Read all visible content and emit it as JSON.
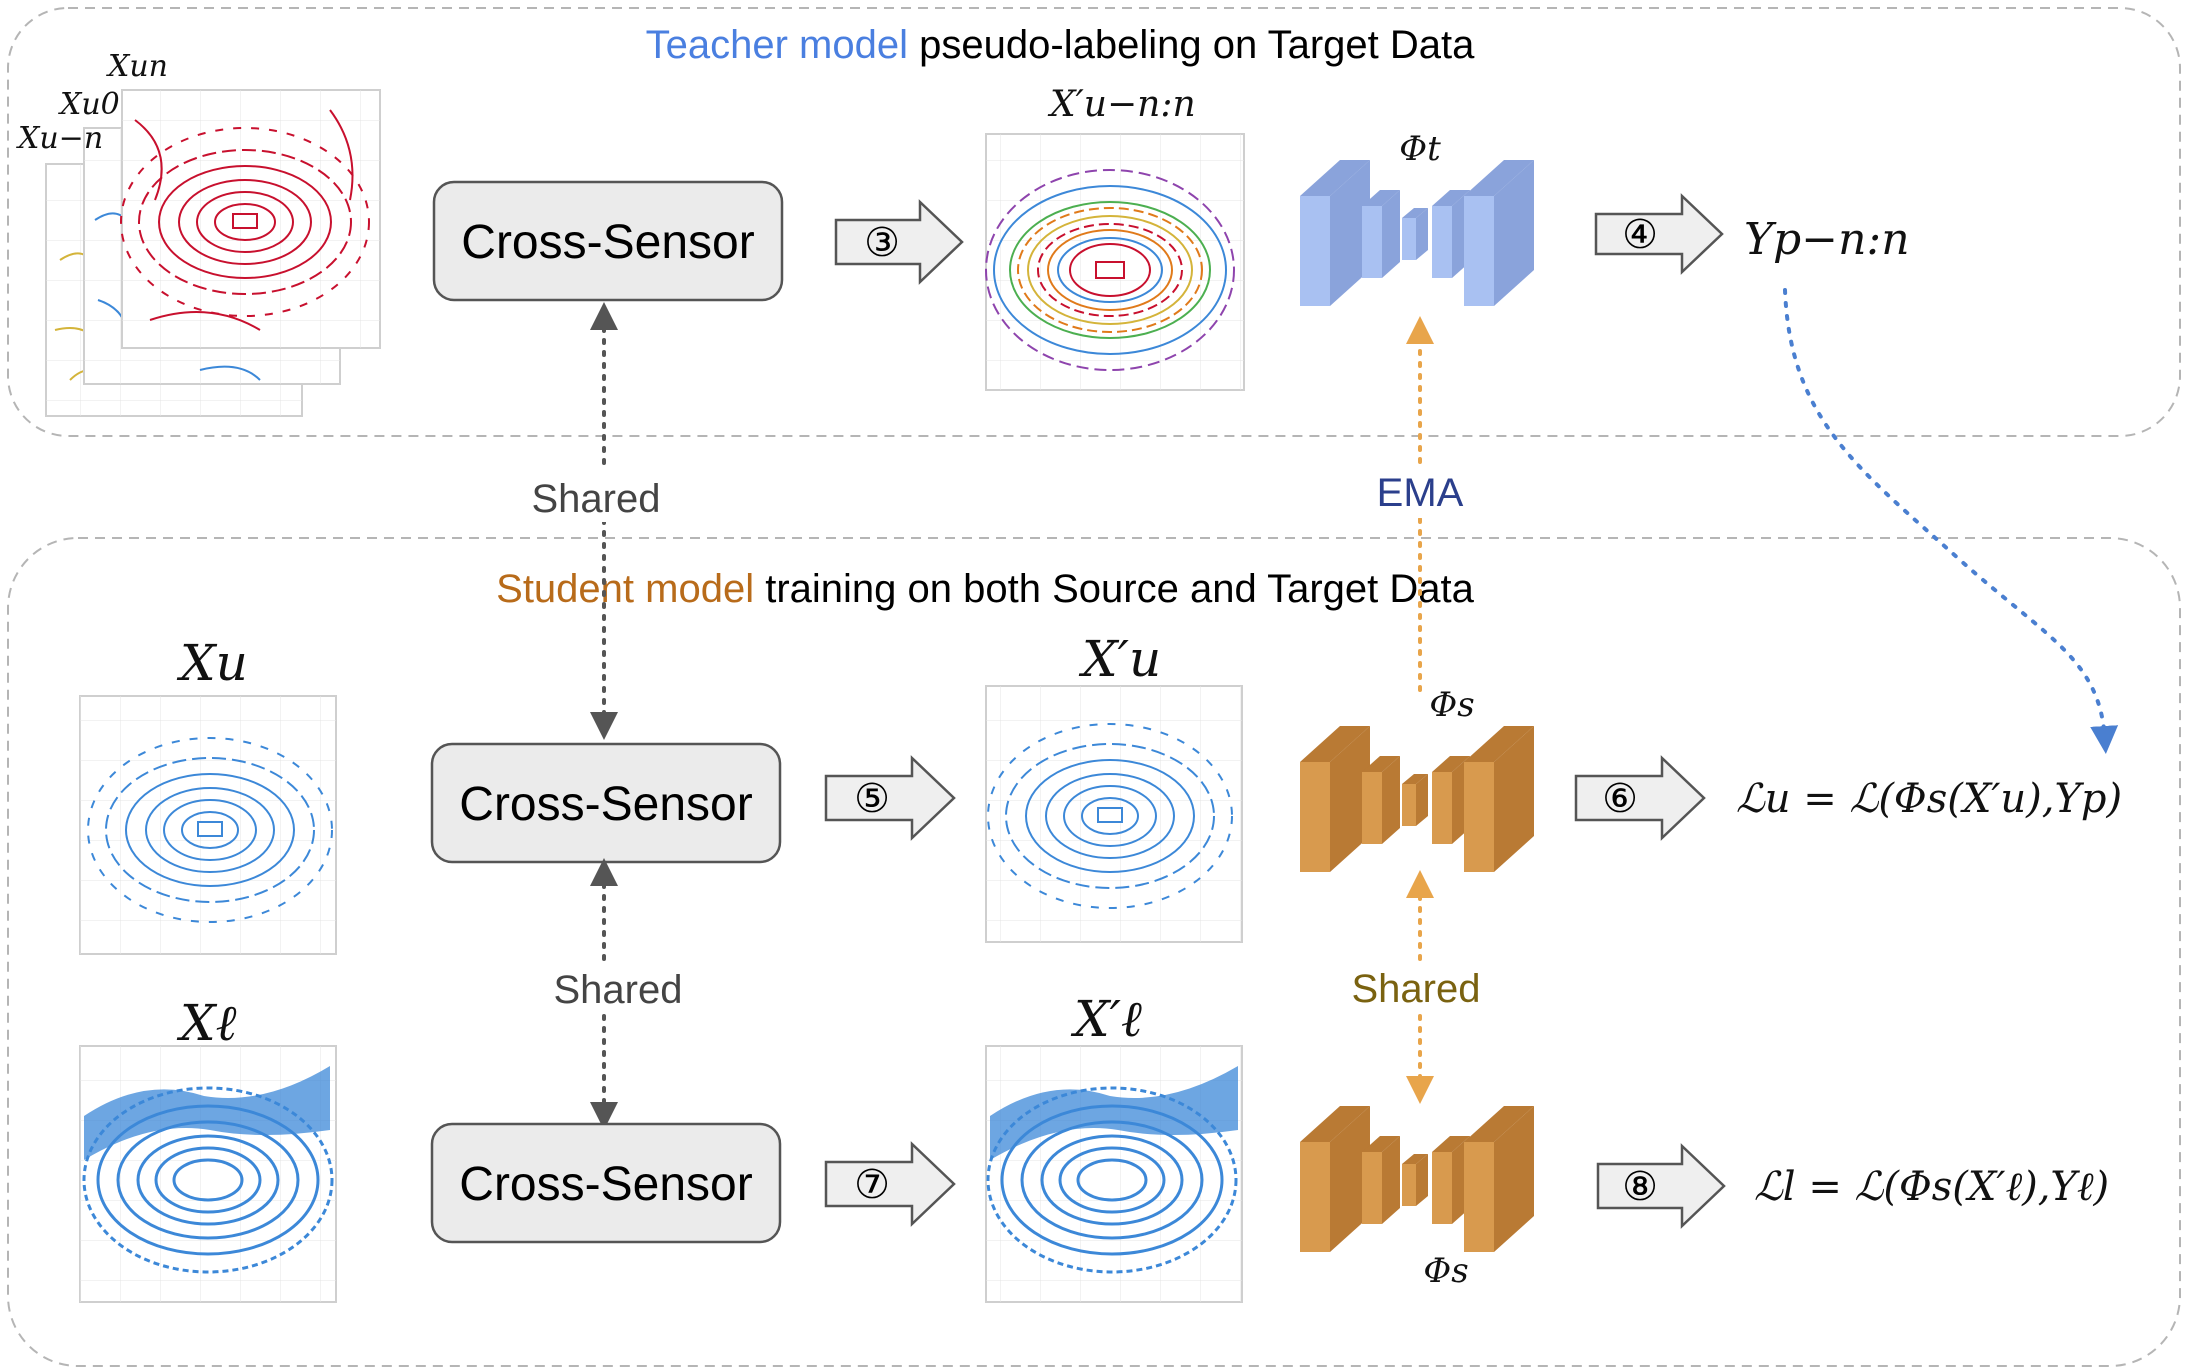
{
  "teacher": {
    "title_colored": "Teacher model",
    "title_rest": "pseudo-labeling on Target Data",
    "cross_sensor": "Cross-Sensor",
    "step": "③",
    "step_out": "④",
    "model_label": "Φt",
    "input_labels": [
      "Xu−n",
      "Xu0",
      "Xun"
    ],
    "aug_label": "X′u−n:n",
    "output_label": "Yp−n:n"
  },
  "student": {
    "title_colored": "Student model",
    "title_rest": "training on both Source and Target Data",
    "cross_sensor_u": "Cross-Sensor",
    "cross_sensor_l": "Cross-Sensor",
    "step_u": "⑤",
    "step_u_out": "⑥",
    "step_l": "⑦",
    "step_l_out": "⑧",
    "model_label_u": "Φs",
    "model_label_l": "Φs",
    "input_u": "Xu",
    "input_l": "Xℓ",
    "aug_u": "X′u",
    "aug_l": "X′ℓ",
    "loss_u": "ℒu = ℒ(Φs(X′u),Yp)",
    "loss_l": "ℒl = ℒ(Φs(X′ℓ),Yℓ)"
  },
  "connectors": {
    "shared_top": "Shared",
    "shared_mid": "Shared",
    "shared_model": "Shared",
    "ema": "EMA"
  },
  "colors": {
    "teacher_accent": "#4a7fe0",
    "student_accent": "#b86b1a",
    "teacher_net_front": "#a9c1f2",
    "teacher_net_side": "#8aa3db",
    "student_net_front": "#d89a4e",
    "student_net_side": "#b97a34",
    "ema_text": "#2b3f8c",
    "shared_model_text": "#7a6210",
    "red_scan": "#c8102e",
    "blue_scan": "#3c88d8",
    "yellow_scan": "#d4b43a"
  }
}
